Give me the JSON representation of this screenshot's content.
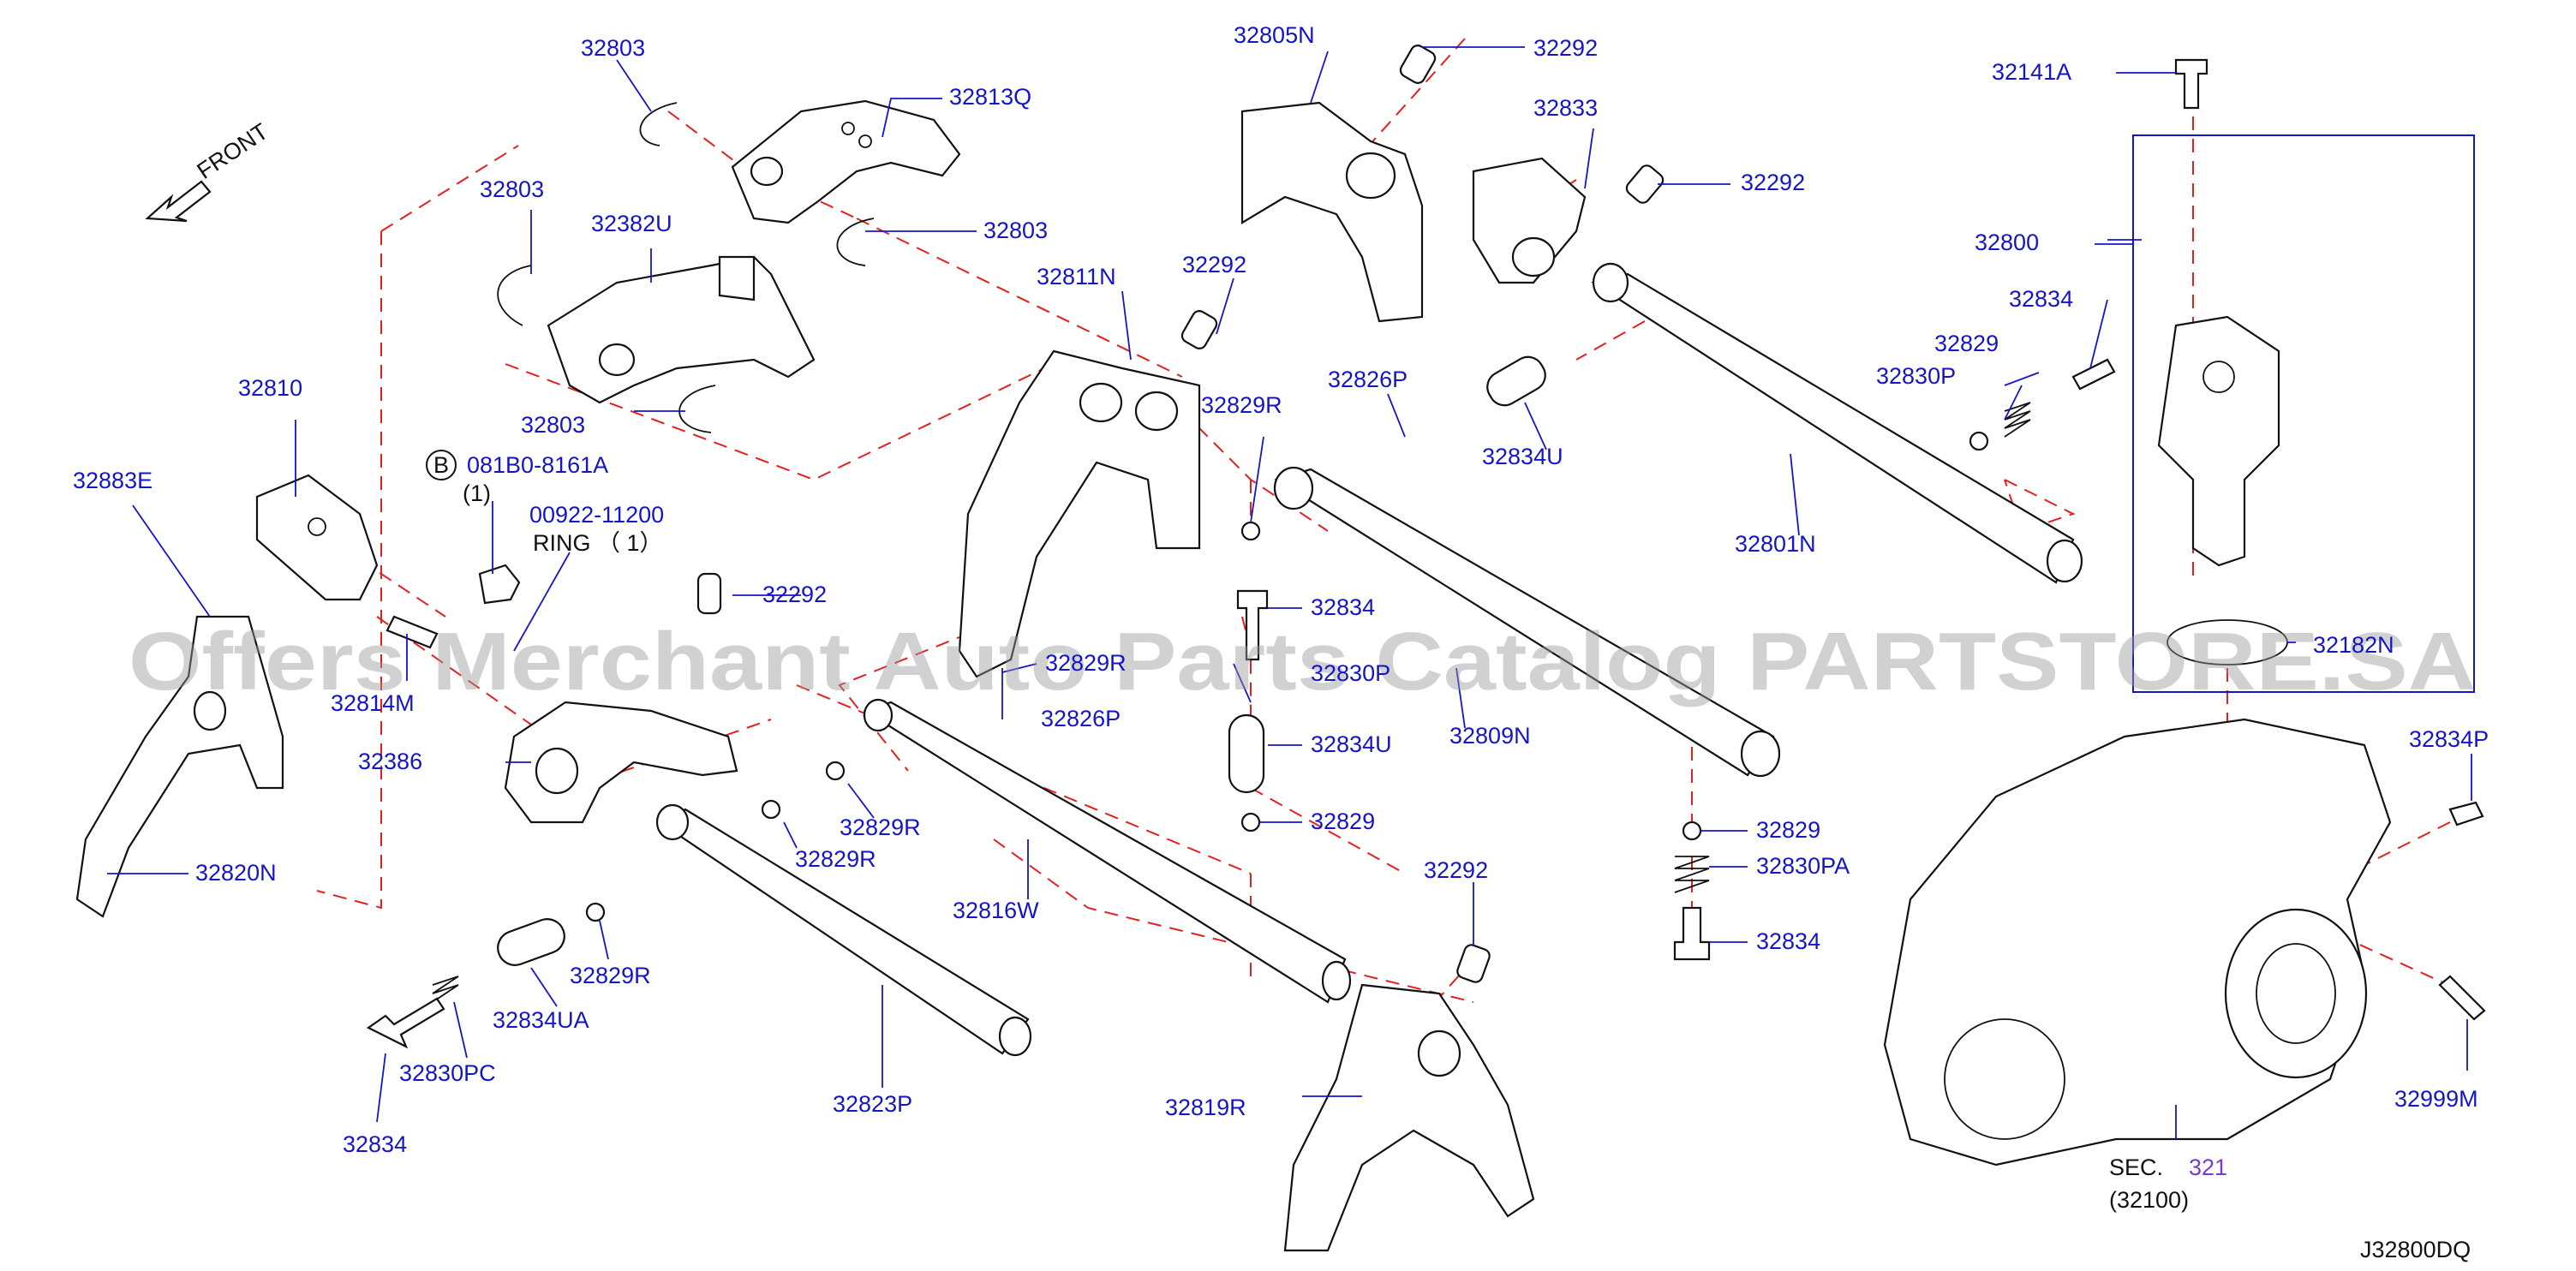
{
  "diagram": {
    "code": "J32800DQ",
    "front_label": "FRONT",
    "watermark": "Offers Merchant Auto Parts Catalog PARTSTORE.SA",
    "callouts": [
      {
        "id": "c1",
        "text": "32803"
      },
      {
        "id": "c2",
        "text": "32813Q"
      },
      {
        "id": "c3",
        "text": "32803"
      },
      {
        "id": "c4",
        "text": "32803"
      },
      {
        "id": "c5",
        "text": "32382U"
      },
      {
        "id": "c6",
        "text": "32803"
      },
      {
        "id": "c7",
        "text": "32805N"
      },
      {
        "id": "c8",
        "text": "32292"
      },
      {
        "id": "c9",
        "text": "32833"
      },
      {
        "id": "c10",
        "text": "32292"
      },
      {
        "id": "c11",
        "text": "32141A"
      },
      {
        "id": "c12",
        "text": "32800"
      },
      {
        "id": "c13",
        "text": "32834"
      },
      {
        "id": "c14",
        "text": "32829"
      },
      {
        "id": "c15",
        "text": "32830P"
      },
      {
        "id": "c16",
        "text": "32811N"
      },
      {
        "id": "c17",
        "text": "32292"
      },
      {
        "id": "c18",
        "text": "32810"
      },
      {
        "id": "c19",
        "text": "32826P"
      },
      {
        "id": "c20",
        "text": "32829R"
      },
      {
        "id": "c21",
        "text": "32834U"
      },
      {
        "id": "c22",
        "text": "32801N"
      },
      {
        "id": "c23",
        "text": "32883E"
      },
      {
        "id": "c24",
        "text": "081B0-8161A"
      },
      {
        "id": "c25",
        "text": "(1)"
      },
      {
        "id": "c26",
        "text": "00922-11200"
      },
      {
        "id": "c27",
        "text": "RING （ 1）"
      },
      {
        "id": "c28",
        "text": "32292"
      },
      {
        "id": "c29",
        "text": "32834"
      },
      {
        "id": "c30",
        "text": "32814M"
      },
      {
        "id": "c31",
        "text": "32829R"
      },
      {
        "id": "c32",
        "text": "32830P"
      },
      {
        "id": "c33",
        "text": "32826P"
      },
      {
        "id": "c34",
        "text": "32834U"
      },
      {
        "id": "c35",
        "text": "32809N"
      },
      {
        "id": "c36",
        "text": "32386"
      },
      {
        "id": "c37",
        "text": "32829R"
      },
      {
        "id": "c38",
        "text": "32829"
      },
      {
        "id": "c39",
        "text": "32829R"
      },
      {
        "id": "c40",
        "text": "32816W"
      },
      {
        "id": "c41",
        "text": "32820N"
      },
      {
        "id": "c42",
        "text": "32829"
      },
      {
        "id": "c43",
        "text": "32830PA"
      },
      {
        "id": "c44",
        "text": "32292"
      },
      {
        "id": "c45",
        "text": "32834"
      },
      {
        "id": "c46",
        "text": "32834UA"
      },
      {
        "id": "c47",
        "text": "32829R"
      },
      {
        "id": "c48",
        "text": "32830PC"
      },
      {
        "id": "c49",
        "text": "32834"
      },
      {
        "id": "c50",
        "text": "32823P"
      },
      {
        "id": "c51",
        "text": "32819R"
      },
      {
        "id": "c52",
        "text": "32182N"
      },
      {
        "id": "c53",
        "text": "32834P"
      },
      {
        "id": "c54",
        "text": "32999M"
      },
      {
        "id": "c55",
        "text": "SEC."
      },
      {
        "id": "c56",
        "text": "321"
      },
      {
        "id": "c57",
        "text": "(32100)"
      },
      {
        "id": "c58",
        "text": "B"
      }
    ],
    "colors": {
      "label": "#1515c8",
      "guide_line": "#e32020",
      "part_outline": "#111111",
      "section_ref": "#7a3cc8",
      "watermark": "#9a9a9a"
    }
  }
}
